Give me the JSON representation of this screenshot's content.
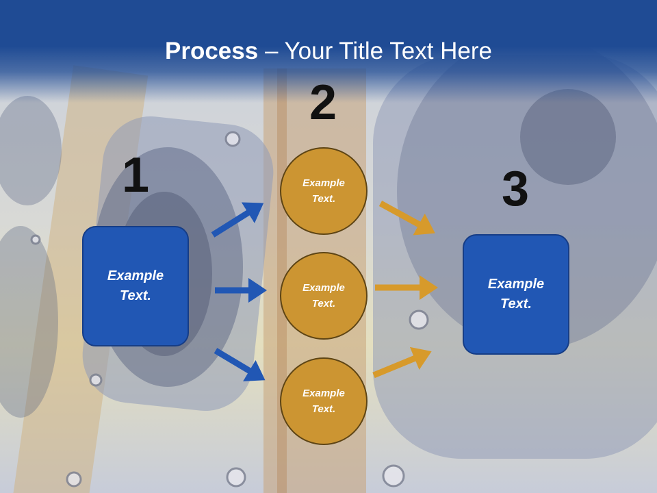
{
  "title": {
    "bold": "Process",
    "rest": " – Your Title Text Here"
  },
  "steps": [
    "1",
    "2",
    "3"
  ],
  "left_box": {
    "line1": "Example",
    "line2": "Text."
  },
  "circles": [
    {
      "line1": "Example",
      "line2": "Text."
    },
    {
      "line1": "Example",
      "line2": "Text."
    },
    {
      "line1": "Example",
      "line2": "Text."
    }
  ],
  "right_box": {
    "line1": "Example",
    "line2": "Text."
  },
  "colors": {
    "title_bar": "#1f4b94",
    "box": "#2157b4",
    "circle": "#cc9532",
    "arrow_blue": "#2157b4",
    "arrow_orange": "#d79a2b"
  }
}
